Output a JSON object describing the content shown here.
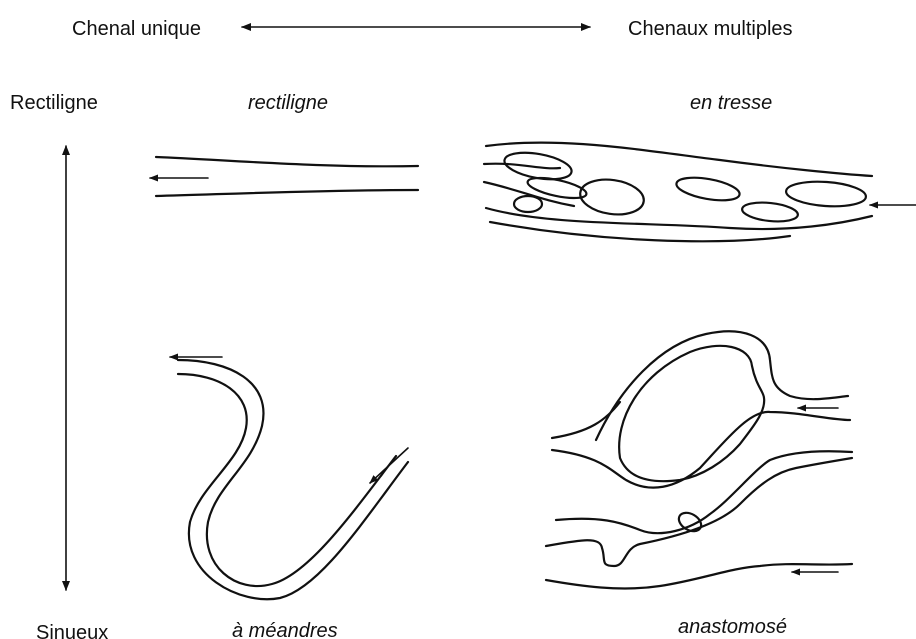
{
  "axes": {
    "left_end": "Chenal unique",
    "right_end": "Chenaux multiples",
    "top_end": "Rectiligne",
    "bottom_end": "Sinueux"
  },
  "patterns": {
    "straight": "rectiligne",
    "braided": "en tresse",
    "meandering": "à méandres",
    "anastomosing": "anastomosé"
  }
}
